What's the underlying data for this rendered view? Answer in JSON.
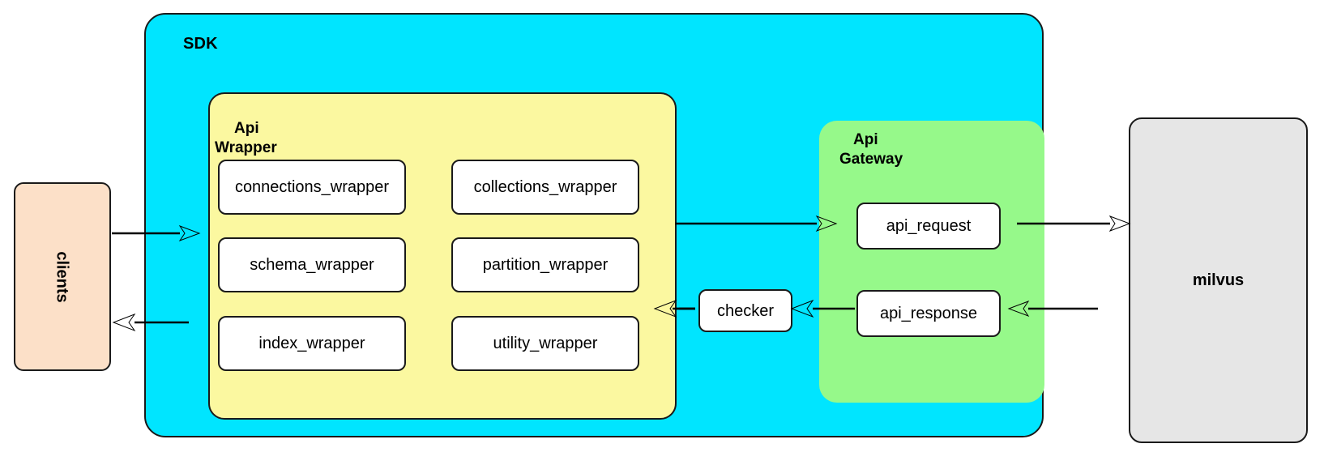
{
  "diagram": {
    "title_sdk": "SDK",
    "containers": {
      "sdk": {
        "label": "SDK",
        "color": "#00e5ff"
      },
      "api_wrapper": {
        "label_line1": "Api",
        "label_line2": "Wrapper",
        "color": "#fbf8a0"
      },
      "api_gateway": {
        "label_line1": "Api",
        "label_line2": "Gateway",
        "color": "#96f98a"
      }
    },
    "nodes": {
      "clients": {
        "label": "clients",
        "color": "#fce0c8"
      },
      "milvus": {
        "label": "milvus",
        "color": "#e6e6e6"
      },
      "checker": {
        "label": "checker",
        "color": "#ffffff"
      },
      "api_request": {
        "label": "api_request",
        "color": "#ffffff"
      },
      "api_response": {
        "label": "api_response",
        "color": "#ffffff"
      },
      "wrappers": [
        {
          "label": "connections_wrapper"
        },
        {
          "label": "collections_wrapper"
        },
        {
          "label": "schema_wrapper"
        },
        {
          "label": "partition_wrapper"
        },
        {
          "label": "index_wrapper"
        },
        {
          "label": "utility_wrapper"
        }
      ]
    },
    "connections": [
      {
        "name": "clients-to-api-wrapper",
        "direction": "right"
      },
      {
        "name": "api-wrapper-to-api-gateway",
        "direction": "right"
      },
      {
        "name": "api-request-to-milvus",
        "direction": "right"
      },
      {
        "name": "milvus-to-api-response",
        "direction": "left"
      },
      {
        "name": "api-response-to-checker",
        "direction": "left"
      },
      {
        "name": "checker-to-api-wrapper",
        "direction": "left"
      },
      {
        "name": "api-wrapper-to-clients",
        "direction": "left"
      }
    ]
  }
}
